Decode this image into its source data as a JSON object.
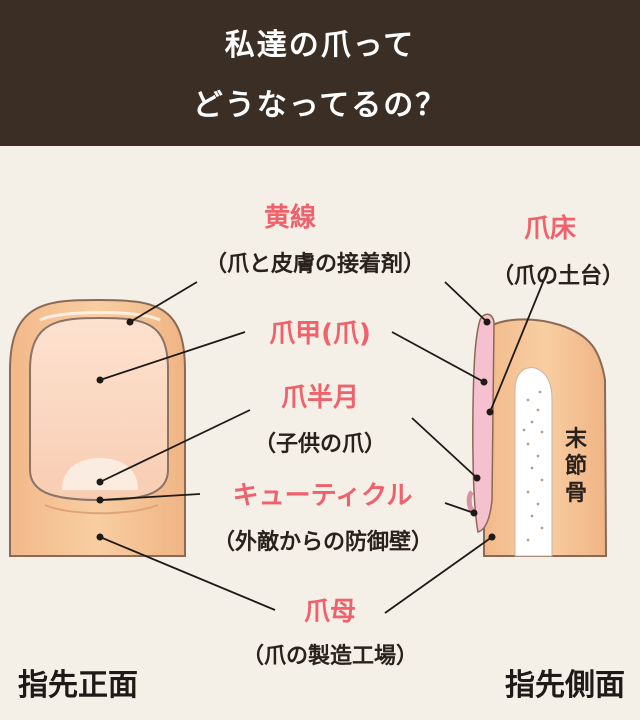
{
  "title": {
    "line1": "私達の爪って",
    "line2": "どうなってるの？"
  },
  "labels": {
    "yellow_line": {
      "name": "黄線",
      "desc": "（爪と皮膚の接着剤）"
    },
    "nail_bed": {
      "name": "爪床",
      "desc": "（爪の土台）"
    },
    "nail_plate": {
      "name": "爪甲(爪)"
    },
    "lunula": {
      "name": "爪半月",
      "desc": "（子供の爪）"
    },
    "cuticle": {
      "name": "キューティクル",
      "desc": "（外敵からの防御壁）"
    },
    "matrix": {
      "name": "爪母",
      "desc": "（爪の製造工場）"
    },
    "distal_phalanx": "末節骨"
  },
  "views": {
    "front": "指先正面",
    "side": "指先側面"
  },
  "colors": {
    "header_bg": "#3b2e24",
    "background": "#f4efe7",
    "accent_red": "#f0626b",
    "skin": "#f6c89a",
    "nail": "#fbd6c0",
    "bone": "#ffffff"
  }
}
